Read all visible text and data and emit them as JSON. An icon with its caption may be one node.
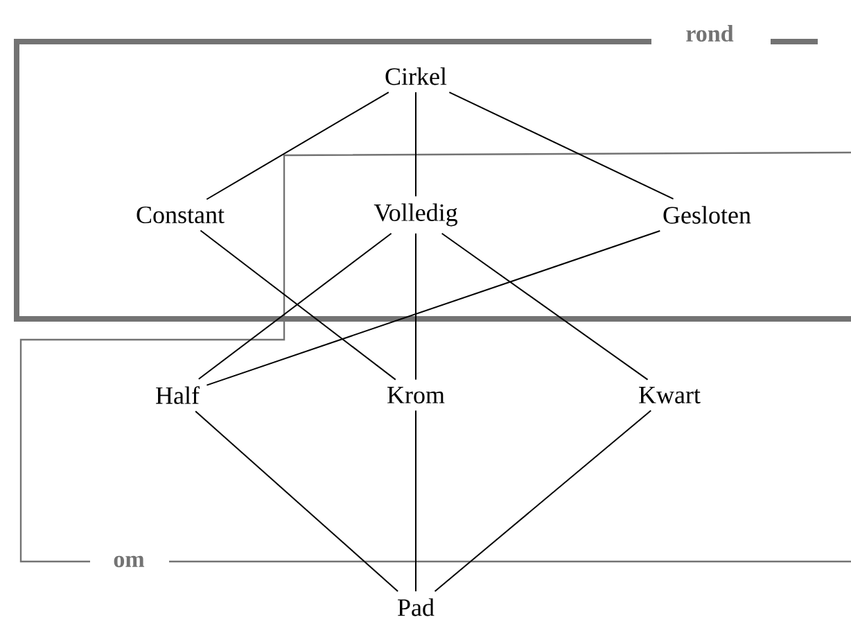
{
  "diagram": {
    "nodes": [
      {
        "text": [
          "rond"
        ]
      },
      {
        "text": [
          "Cirkel"
        ]
      },
      {
        "text": [
          "Constant"
        ]
      },
      {
        "text": [
          "Volledig"
        ]
      },
      {
        "text": [
          "Gesloten"
        ]
      },
      {
        "text": [
          "om"
        ]
      },
      {
        "text": [
          "Half"
        ]
      },
      {
        "text": [
          "Krom"
        ]
      },
      {
        "text": [
          "Kwart"
        ]
      },
      {
        "text": [
          "Pad"
        ]
      }
    ],
    "edges": [
      {
        "from": 1,
        "to": 2,
        "arrow": "none"
      },
      {
        "from": 1,
        "to": 3,
        "arrow": "none"
      },
      {
        "from": 1,
        "to": 4,
        "arrow": "none"
      },
      {
        "from": 2,
        "to": 7,
        "arrow": "none"
      },
      {
        "from": 3,
        "to": 6,
        "arrow": "none"
      },
      {
        "from": 3,
        "to": 7,
        "arrow": "none"
      },
      {
        "from": 3,
        "to": 8,
        "arrow": "none"
      },
      {
        "from": 4,
        "to": 6,
        "arrow": "none"
      },
      {
        "from": 6,
        "to": 9,
        "arrow": "none"
      },
      {
        "from": 7,
        "to": 9,
        "arrow": "none"
      },
      {
        "from": 8,
        "to": 9,
        "arrow": "none"
      }
    ]
  }
}
